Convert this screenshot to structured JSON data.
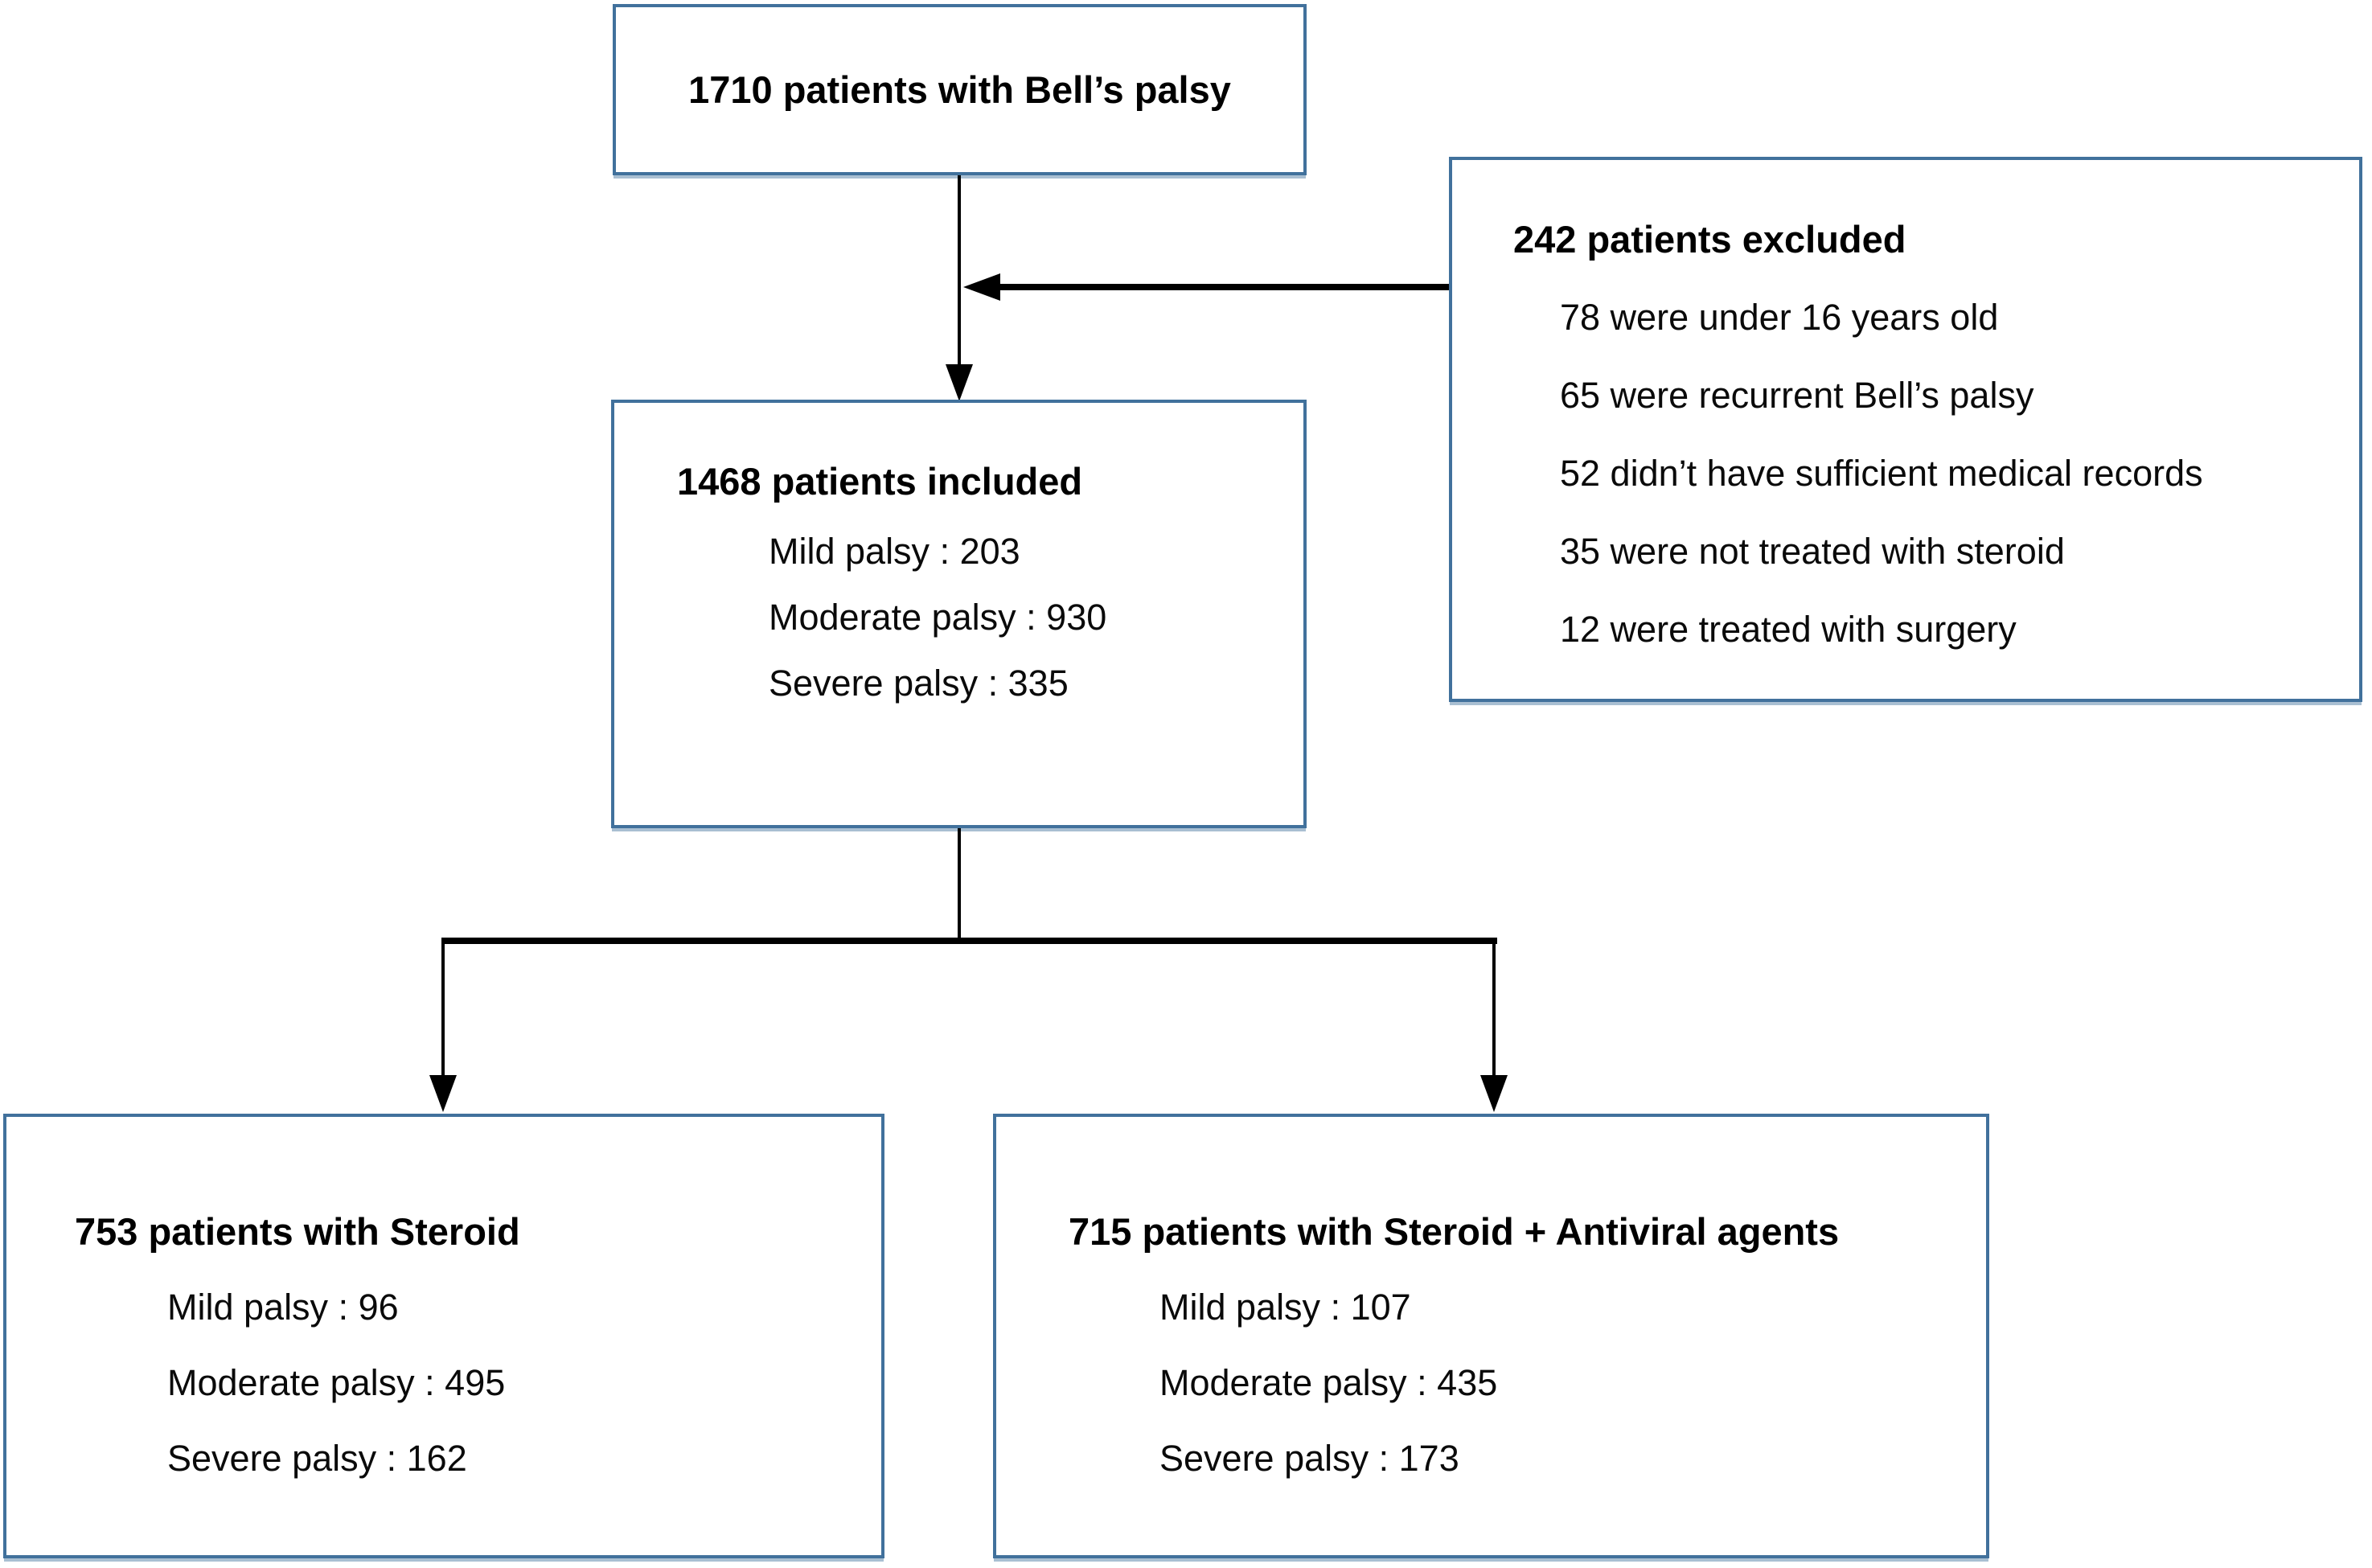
{
  "diagram": {
    "top_box": {
      "title": "1710 patients with Bell’s palsy"
    },
    "excluded_box": {
      "title": "242 patients excluded",
      "items": [
        "78 were under 16 years old",
        "65 were recurrent Bell’s palsy",
        "52 didn’t have sufficient medical records",
        "35 were not treated with steroid",
        "12 were treated with surgery"
      ]
    },
    "included_box": {
      "title": "1468 patients included",
      "items": [
        "Mild palsy : 203",
        "Moderate palsy : 930",
        "Severe palsy : 335"
      ]
    },
    "steroid_box": {
      "title": "753 patients with Steroid",
      "items": [
        "Mild palsy : 96",
        "Moderate palsy : 495",
        "Severe palsy : 162"
      ]
    },
    "steroid_antiviral_box": {
      "title": "715 patients with Steroid + Antiviral agents",
      "items": [
        "Mild palsy : 107",
        "Moderate palsy : 435",
        "Severe palsy : 173"
      ]
    },
    "colors": {
      "box_border": "#41719c",
      "connector": "#000000",
      "text": "#000000",
      "background": "#ffffff"
    }
  }
}
